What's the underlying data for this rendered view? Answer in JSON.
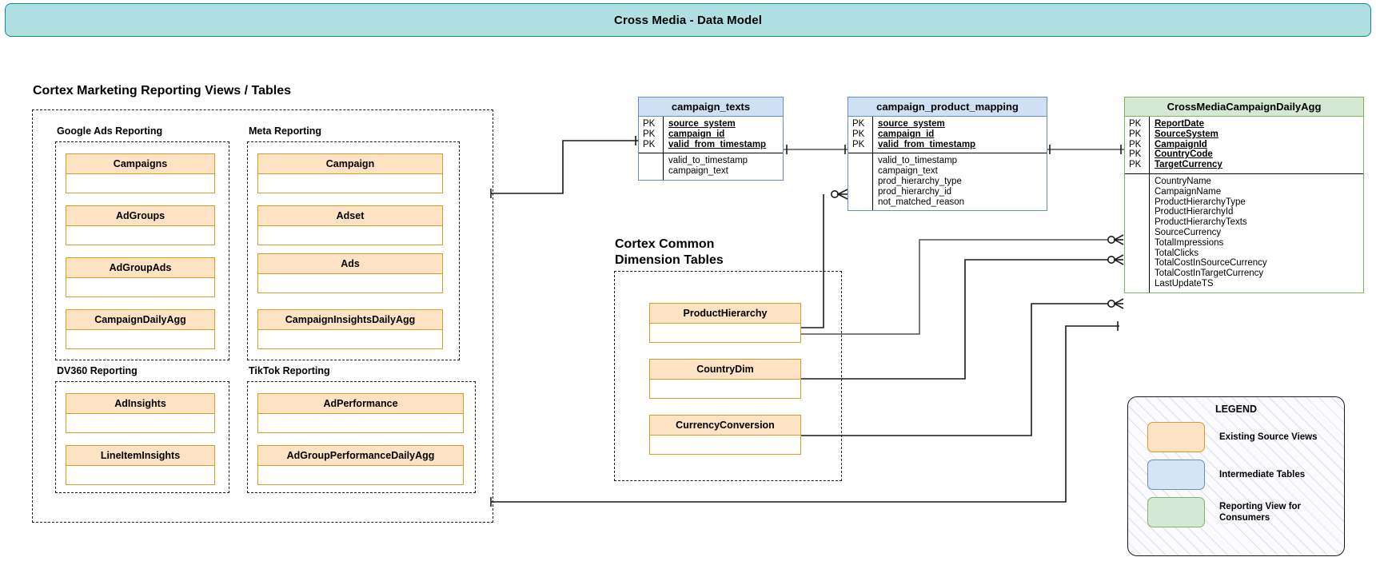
{
  "title": "Cross Media - Data Model",
  "sections": {
    "reporting_caption": "Cortex Marketing Reporting Views / Tables",
    "dimension_caption": "Cortex Common\nDimension Tables"
  },
  "groups": [
    {
      "name": "google_ads",
      "label": "Google Ads Reporting",
      "entities": [
        "Campaigns",
        "AdGroups",
        "AdGroupAds",
        "CampaignDailyAgg"
      ]
    },
    {
      "name": "meta",
      "label": "Meta Reporting",
      "entities": [
        "Campaign",
        "Adset",
        "Ads",
        "CampaignInsightsDailyAgg"
      ]
    },
    {
      "name": "dv360",
      "label": "DV360 Reporting",
      "entities": [
        "AdInsights",
        "LineItemInsights"
      ]
    },
    {
      "name": "tiktok",
      "label": "TikTok Reporting",
      "entities": [
        "AdPerformance",
        "AdGroupPerformanceDailyAgg"
      ]
    }
  ],
  "dimension_entities": [
    "ProductHierarchy",
    "CountryDim",
    "CurrencyConversion"
  ],
  "er_tables": [
    {
      "name": "campaign_texts",
      "title": "campaign_texts",
      "style": "blue",
      "keys": [
        "PK",
        "PK",
        "PK"
      ],
      "pk_fields": [
        "source_system",
        "campaign_id",
        "valid_from_timestamp"
      ],
      "fields": [
        "valid_to_timestamp",
        "campaign_text"
      ]
    },
    {
      "name": "campaign_product_mapping",
      "title": "campaign_product_mapping",
      "style": "blue",
      "keys": [
        "PK",
        "PK",
        "PK"
      ],
      "pk_fields": [
        "source_system",
        "campaign_id",
        "valid_from_timestamp"
      ],
      "fields": [
        "valid_to_timestamp",
        "campaign_text",
        "prod_hierarchy_type",
        "prod_hierarchy_id",
        "not_matched_reason"
      ]
    },
    {
      "name": "cross_media_campaign_daily_agg",
      "title": "CrossMediaCampaignDailyAgg",
      "style": "green",
      "keys": [
        "PK",
        "PK",
        "PK",
        "PK",
        "PK"
      ],
      "pk_fields": [
        "ReportDate",
        "SourceSystem",
        "CampaignId",
        "CountryCode",
        "TargetCurrency"
      ],
      "fields": [
        "CountryName",
        "CampaignName",
        "ProductHierarchyType",
        "ProductHierarchyId",
        "ProductHierarchyTexts",
        "SourceCurrency",
        "TotalImpressions",
        "TotalClicks",
        "TotalCostInSourceCurrency",
        "TotalCostInTargetCurrency",
        "LastUpdateTS"
      ]
    }
  ],
  "legend": {
    "title": "LEGEND",
    "items": [
      {
        "swatch": "orange",
        "label": "Existing Source Views"
      },
      {
        "swatch": "blue",
        "label": "Intermediate Tables"
      },
      {
        "swatch": "green",
        "label": "Reporting View for\nConsumers"
      }
    ]
  },
  "colors": {
    "banner_fill": "#b0dfe1",
    "banner_stroke": "#0f8b8d",
    "source_fill": "#fde2c4",
    "source_stroke": "#d79b28",
    "intermediate_fill": "#cfe0f5",
    "intermediate_stroke": "#6c8ebf",
    "reporting_fill": "#d5e8d4",
    "reporting_stroke": "#82b366"
  }
}
